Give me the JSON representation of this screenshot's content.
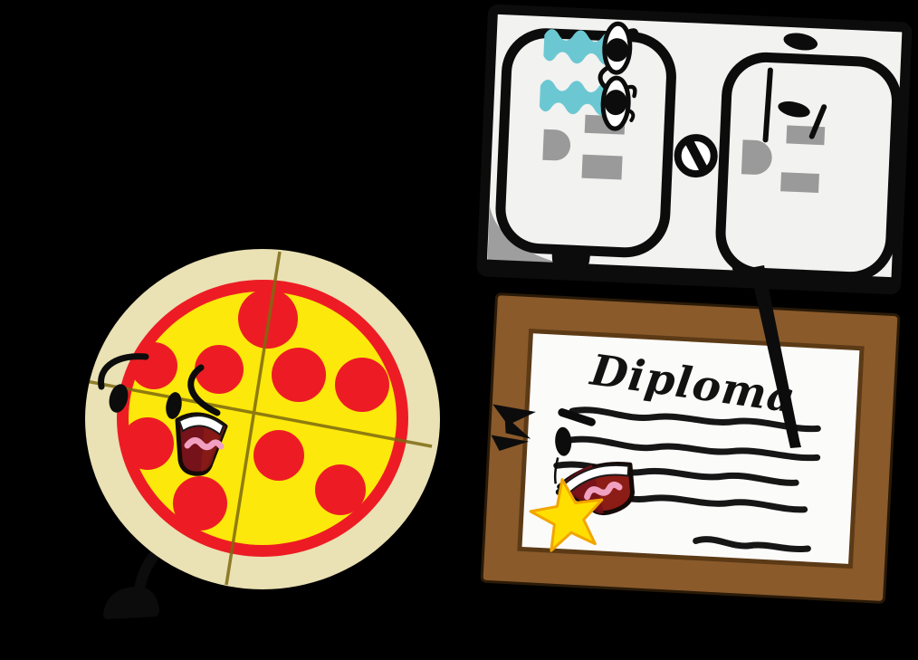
{
  "scene": {
    "background": "#000000",
    "description": "Object-show style cartoon: a shocked pizza character, an electrical outlet wall-plate character, and a framed diploma character on a black background",
    "characters": [
      {
        "id": "pizza-character",
        "label": "shocked pizza with pepperoni, cut into four slices"
      },
      {
        "id": "outlet-character",
        "label": "double electrical outlet wall plate with cartoon eyes"
      },
      {
        "id": "diploma-character",
        "label": "framed diploma with shocked face and gold star seal"
      }
    ]
  },
  "diploma": {
    "title": "Diploma"
  },
  "colors": {
    "black": "#0c0c0c",
    "pizza_crust": "#eae1b4",
    "pizza_sauce": "#ed1c24",
    "pizza_cheese": "#fce80a",
    "pepperoni": "#ed1c24",
    "slice_line": "#7d6a10",
    "mouth_dark": "#75121a",
    "mouth_light": "#8c1c16",
    "tongue_pink": "#f0a0c0",
    "teeth_white": "#ffffff",
    "plate_white": "#f2f2f0",
    "plate_shadow": "#9e9e9e",
    "slot_gray": "#9a9a9a",
    "wave_teal": "#6bc8d2",
    "frame_brown": "#8a5a2b",
    "frame_edge": "#5c3a16",
    "paper_white": "#fbfbfa",
    "star_yellow": "#ffdf00",
    "star_edge": "#f2a500"
  }
}
